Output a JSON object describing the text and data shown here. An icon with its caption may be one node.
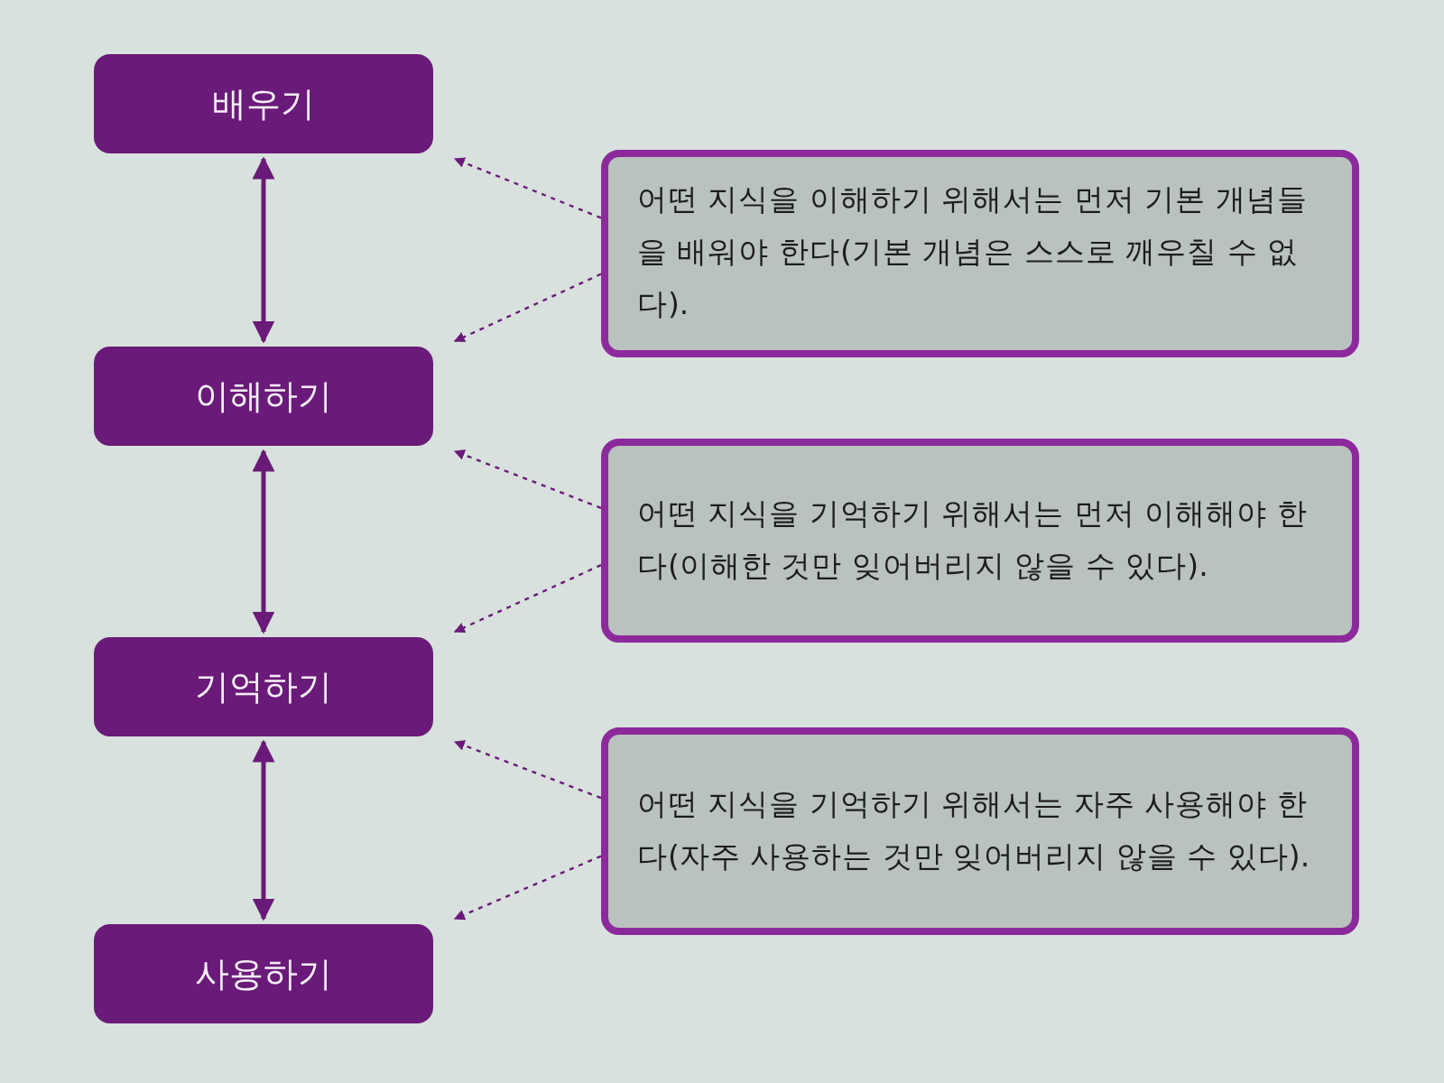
{
  "diagram": {
    "nodes": [
      {
        "text": [
          "배우기"
        ]
      },
      {
        "text": [
          "이해하기"
        ]
      },
      {
        "text": [
          "기억하기"
        ]
      },
      {
        "text": [
          "사용하기"
        ]
      },
      {
        "text": [
          "어떤 지식을 이해하기 위해서는 먼저 기본 개념들을 배워야 한다(기본 개념은 스스로 깨우칠 수 없다)."
        ]
      },
      {
        "text": [
          "어떤 지식을 기억하기 위해서는 먼저 이해해야 한다(이해한 것만 잊어버리지 않을 수 있다)."
        ]
      },
      {
        "text": [
          "어떤 지식을 기억하기 위해서는 자주 사용해야 한다(자주 사용하는 것만 잊어버리지 않을 수 있다)."
        ]
      }
    ],
    "edges": [
      {
        "from": 0,
        "to": 1,
        "arrow": "both"
      },
      {
        "from": 1,
        "to": 2,
        "arrow": "both"
      },
      {
        "from": 2,
        "to": 3,
        "arrow": "both"
      },
      {
        "from": 4,
        "to": 0,
        "arrow": "to",
        "style": "dashed"
      },
      {
        "from": 4,
        "to": 1,
        "arrow": "to",
        "style": "dashed"
      },
      {
        "from": 5,
        "to": 1,
        "arrow": "to",
        "style": "dashed"
      },
      {
        "from": 5,
        "to": 2,
        "arrow": "to",
        "style": "dashed"
      },
      {
        "from": 6,
        "to": 2,
        "arrow": "to",
        "style": "dashed"
      },
      {
        "from": 6,
        "to": 3,
        "arrow": "to",
        "style": "dashed"
      }
    ]
  }
}
